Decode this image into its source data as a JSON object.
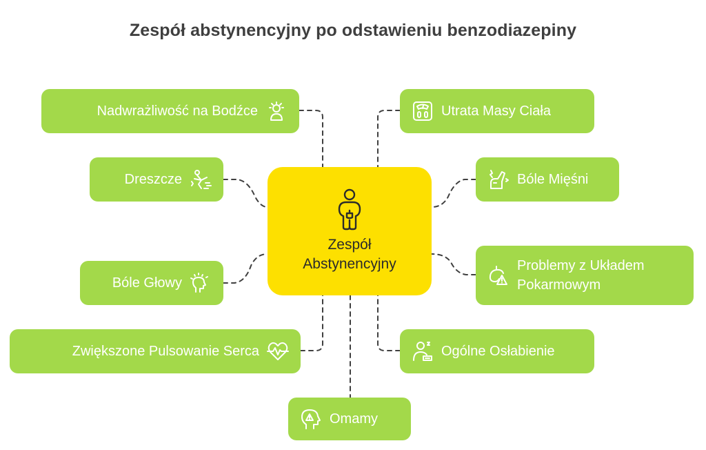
{
  "title": "Zespół abstynencyjny po odstawieniu benzodiazepiny",
  "colors": {
    "node_fill": "#a3d94a",
    "center_fill": "#fde000",
    "connector": "#3f3f3f",
    "title_text": "#3f3f3f"
  },
  "center": {
    "label": "Zespół Abstynencyjny",
    "icon": "person-icon"
  },
  "nodes": {
    "hypersensitivity": {
      "label": "Nadwrażliwość na Bodźce",
      "icon": "stressed-person-icon"
    },
    "chills": {
      "label": "Dreszcze",
      "icon": "shivering-person-icon"
    },
    "headache": {
      "label": "Bóle Głowy",
      "icon": "head-pain-icon"
    },
    "heart_rate": {
      "label": "Zwiększone Pulsowanie Serca",
      "icon": "heartbeat-icon"
    },
    "hallucinations": {
      "label": "Omamy",
      "icon": "head-warning-icon"
    },
    "weight_loss": {
      "label": "Utrata Masy Ciała",
      "icon": "scale-icon"
    },
    "muscle_pain": {
      "label": "Bóle Mięśni",
      "icon": "muscle-pain-icon"
    },
    "digestive": {
      "label": "Problemy z Układem Pokarmowym",
      "icon": "stomach-warning-icon"
    },
    "weakness": {
      "label": "Ogólne Osłabienie",
      "icon": "tired-person-icon"
    }
  }
}
